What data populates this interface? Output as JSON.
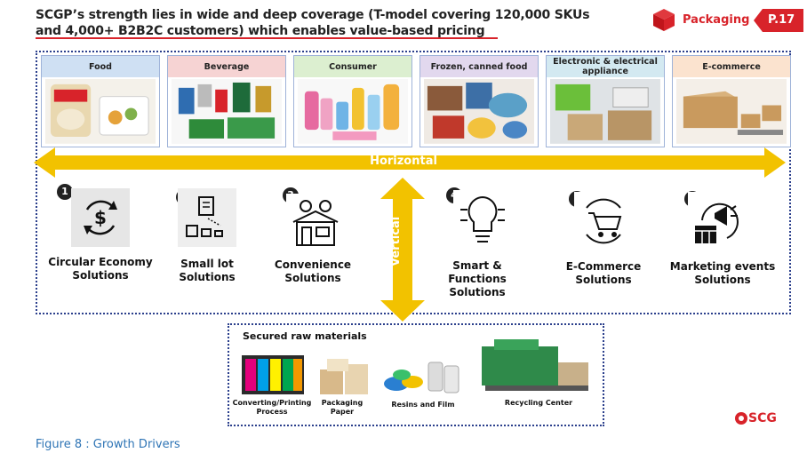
{
  "header": {
    "title_line1": "SCGP’s strength lies in wide and deep coverage (T-model covering 120,000 SKUs",
    "title_line2": "and 4,000+ B2B2C customers) which enables value-based pricing",
    "brand_label": "Packaging",
    "page_number": "P.17",
    "accent_color": "#d8232a"
  },
  "categories": [
    {
      "label": "Food",
      "color": "#cfe0f3"
    },
    {
      "label": "Beverage",
      "color": "#f6d3d3"
    },
    {
      "label": "Consumer",
      "color": "#dcefd0"
    },
    {
      "label": "Frozen, canned food",
      "color": "#e2d8ee"
    },
    {
      "label": "Electronic & electrical appliance",
      "color": "#d3e9f1"
    },
    {
      "label": "E-commerce",
      "color": "#fbe3cf"
    }
  ],
  "axes": {
    "horizontal": "Horizontal",
    "vertical": "Vertical",
    "arrow_color": "#f2c200"
  },
  "solutions": [
    {
      "number": "1",
      "label": "Circular Economy Solutions",
      "icon": "dollar-cycle-icon"
    },
    {
      "number": "2",
      "label": "Small lot Solutions",
      "icon": "small-lot-icon"
    },
    {
      "number": "3",
      "label": "Convenience Solutions",
      "icon": "convenience-store-icon"
    },
    {
      "number": "4",
      "label": "Smart & Functions Solutions",
      "icon": "lightbulb-icon"
    },
    {
      "number": "5",
      "label": "E-Commerce Solutions",
      "icon": "shopping-cart-icon"
    },
    {
      "number": "6",
      "label": "Marketing events Solutions",
      "icon": "megaphone-calendar-icon"
    }
  ],
  "raw_materials": {
    "title": "Secured raw materials",
    "items": [
      {
        "label": "Converting/Printing Process"
      },
      {
        "label": "Packaging Paper"
      },
      {
        "label": "Resins and Film"
      },
      {
        "label": "Recycling Center"
      }
    ]
  },
  "footer": {
    "logo_text": "SCG",
    "caption": "Figure 8 : Growth Drivers"
  }
}
